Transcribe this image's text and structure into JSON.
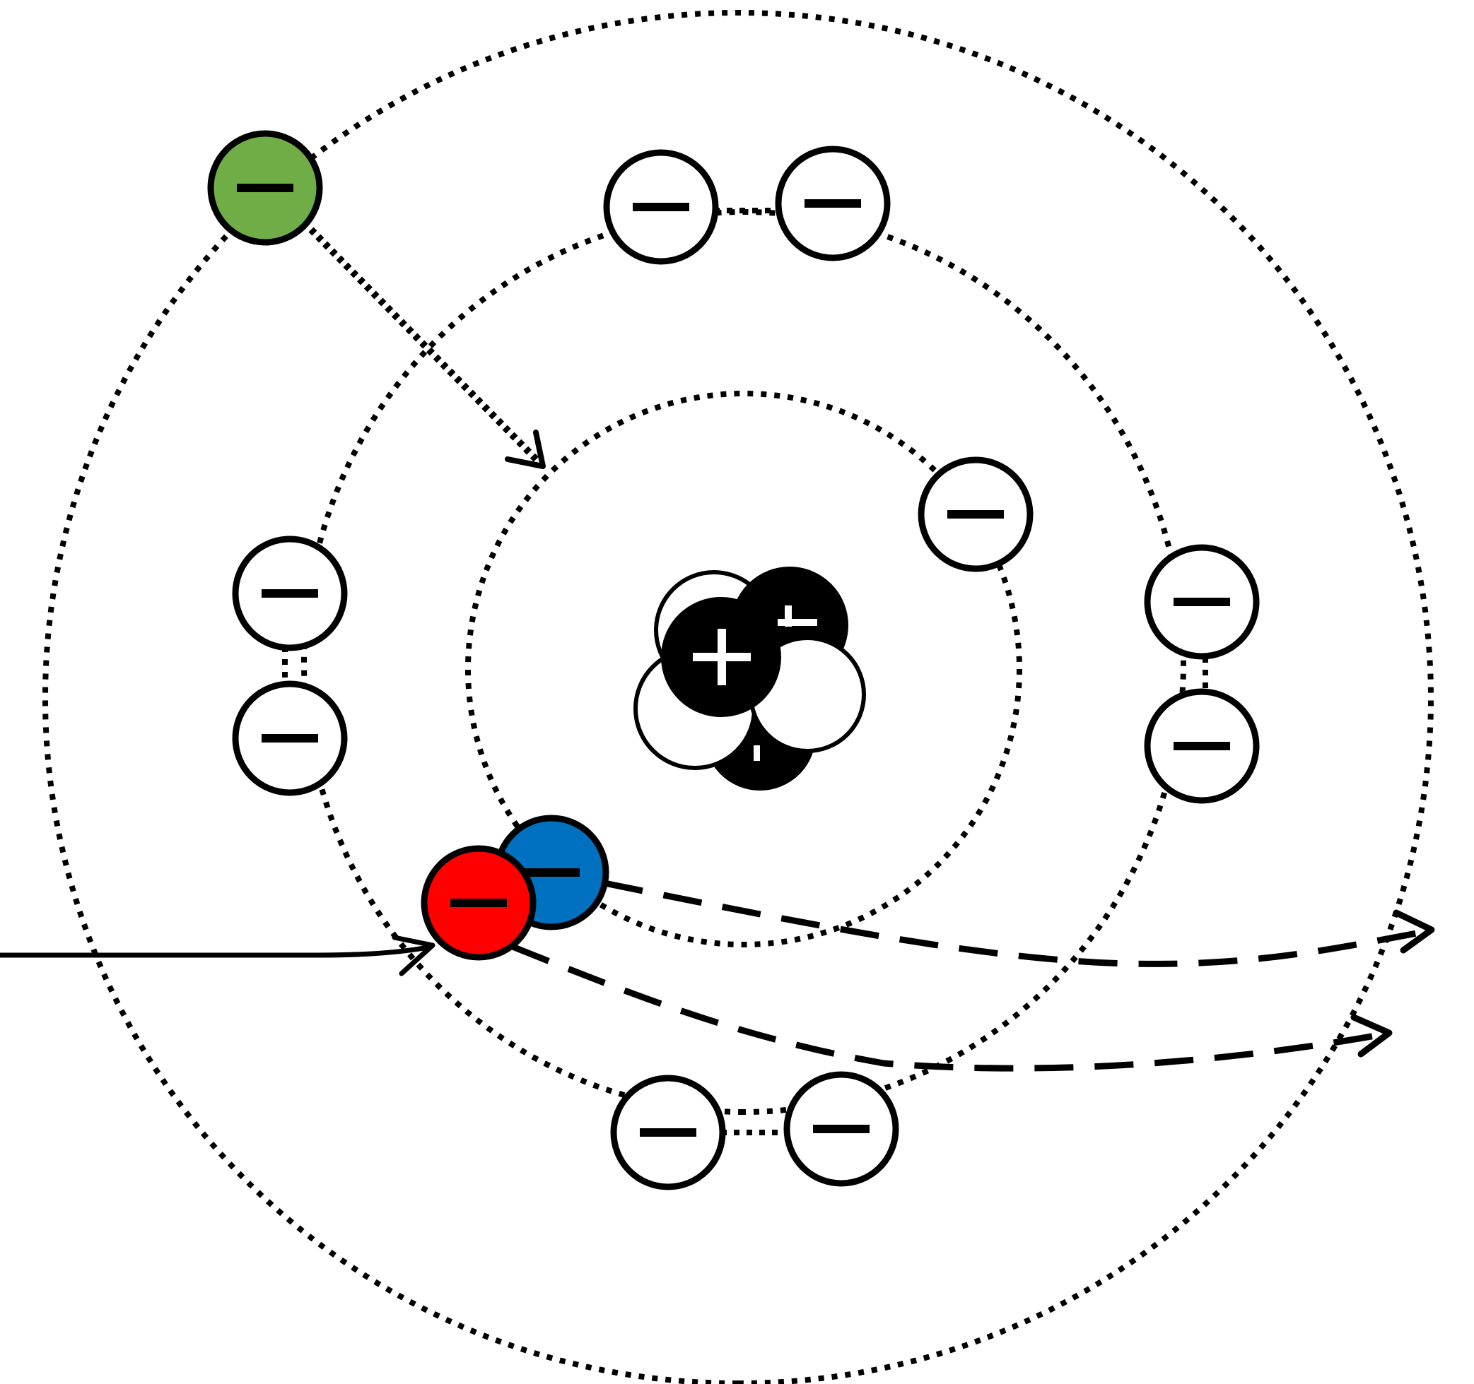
{
  "diagram": {
    "shells": [
      {
        "name": "inner-shell"
      },
      {
        "name": "middle-shell"
      },
      {
        "name": "outer-shell"
      }
    ],
    "electrons": [
      {
        "name": "electron-inner-shell",
        "sign": "−",
        "fill": "#ffffff"
      },
      {
        "name": "electron-middle-shell-1",
        "sign": "−",
        "fill": "#ffffff"
      },
      {
        "name": "electron-middle-shell-2",
        "sign": "−",
        "fill": "#ffffff"
      },
      {
        "name": "electron-middle-shell-3",
        "sign": "−",
        "fill": "#ffffff"
      },
      {
        "name": "electron-middle-shell-4",
        "sign": "−",
        "fill": "#ffffff"
      },
      {
        "name": "electron-middle-shell-5",
        "sign": "−",
        "fill": "#ffffff"
      },
      {
        "name": "electron-middle-shell-6",
        "sign": "−",
        "fill": "#ffffff"
      },
      {
        "name": "electron-middle-shell-7",
        "sign": "−",
        "fill": "#ffffff"
      },
      {
        "name": "electron-middle-shell-8",
        "sign": "−",
        "fill": "#ffffff"
      },
      {
        "name": "electron-outer-shell-green",
        "sign": "−",
        "fill": "#70ad47"
      },
      {
        "name": "ejected-electron-blue",
        "sign": "−",
        "fill": "#0070c0"
      },
      {
        "name": "incident-electron-red",
        "sign": "−",
        "fill": "#ff0000"
      }
    ],
    "nucleus": {
      "proton_sign": "+",
      "proton_color": "#000000",
      "neutron_color": "#ffffff"
    },
    "arrows": [
      {
        "name": "incident-electron-arrow",
        "style": "solid"
      },
      {
        "name": "transition-arrow-outer-to-inner",
        "style": "dotted"
      },
      {
        "name": "scattered-electron-arrow",
        "style": "dashed"
      },
      {
        "name": "ejected-electron-arrow",
        "style": "dashed"
      }
    ]
  }
}
